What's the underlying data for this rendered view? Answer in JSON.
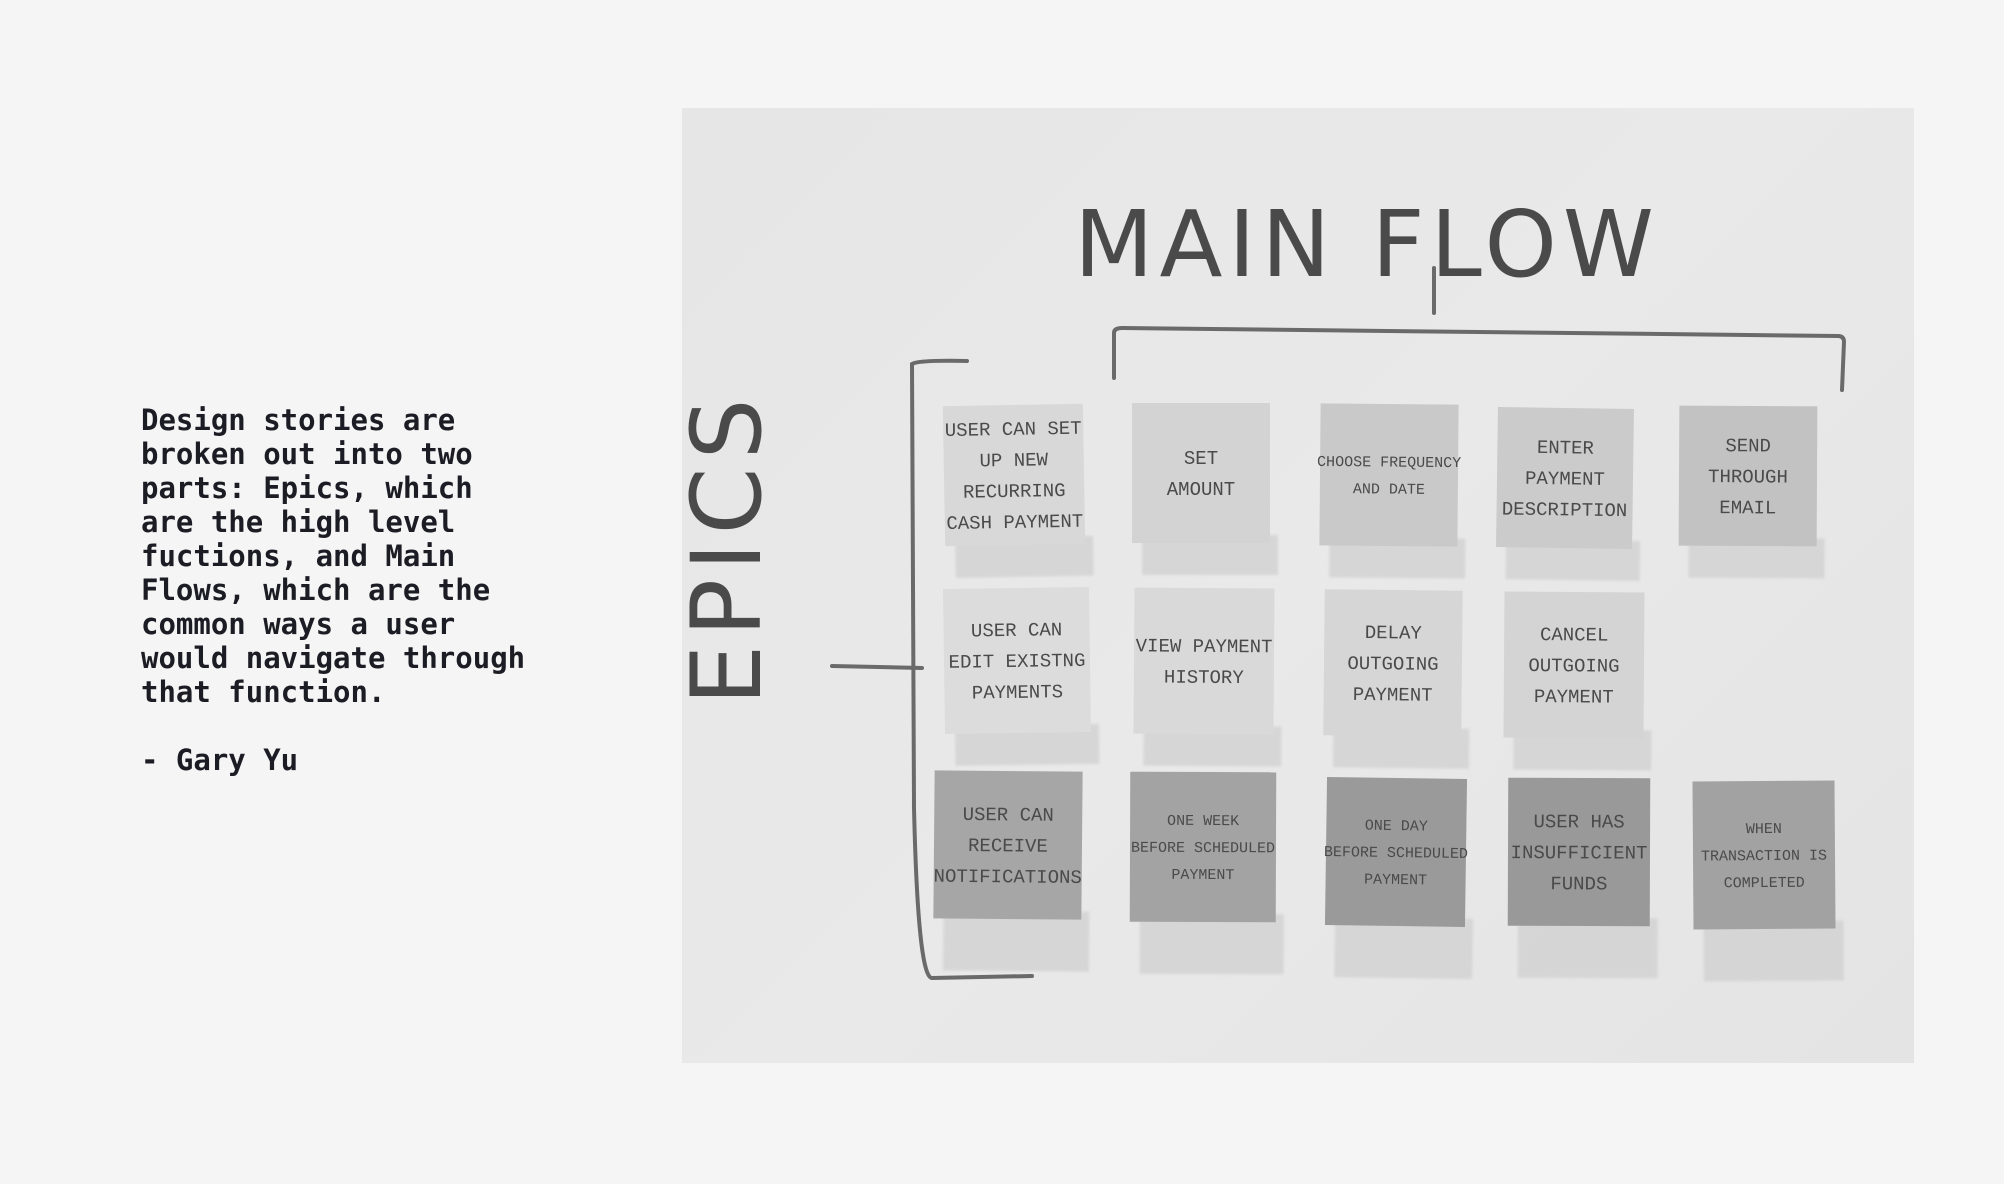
{
  "quote": {
    "lines": [
      "Design stories are",
      "broken out into two",
      "parts: Epics, which",
      "are the high level",
      "fuctions, and Main",
      "Flows, which are the",
      "common ways a user",
      "would navigate through",
      "that function."
    ],
    "author": "- Gary Yu"
  },
  "whiteboard": {
    "header": "MAIN FLOW",
    "side_label": "EPICS",
    "notes": [
      {
        "lines": [
          "USER CAN SET",
          "UP NEW",
          "RECURRING",
          "CASH PAYMENT"
        ],
        "shade": "#d8d8d8"
      },
      {
        "lines": [
          "SET",
          "AMOUNT"
        ],
        "shade": "#d3d3d3"
      },
      {
        "lines": [
          "CHOOSE FREQUENCY",
          "AND DATE"
        ],
        "shade": "#c9c9c9"
      },
      {
        "lines": [
          "ENTER",
          "PAYMENT",
          "DESCRIPTION"
        ],
        "shade": "#cbcbcb"
      },
      {
        "lines": [
          "SEND",
          "THROUGH",
          "EMAIL"
        ],
        "shade": "#c2c2c2"
      },
      {
        "lines": [
          "USER CAN",
          "EDIT EXISTNG",
          "PAYMENTS"
        ],
        "shade": "#dcdcdc"
      },
      {
        "lines": [
          "VIEW PAYMENT",
          "HISTORY"
        ],
        "shade": "#d9d9d9"
      },
      {
        "lines": [
          "DELAY",
          "OUTGOING",
          "PAYMENT"
        ],
        "shade": "#d6d6d6"
      },
      {
        "lines": [
          "CANCEL",
          "OUTGOING",
          "PAYMENT"
        ],
        "shade": "#d4d4d4"
      },
      {
        "lines": [
          "USER CAN",
          "RECEIVE",
          "NOTIFICATIONS"
        ],
        "shade": "#a6a6a6"
      },
      {
        "lines": [
          "ONE WEEK",
          "BEFORE SCHEDULED",
          "PAYMENT"
        ],
        "shade": "#a3a3a3"
      },
      {
        "lines": [
          "ONE DAY",
          "BEFORE SCHEDULED",
          "PAYMENT"
        ],
        "shade": "#9a9a9a"
      },
      {
        "lines": [
          "USER HAS",
          "INSUFFICIENT",
          "FUNDS"
        ],
        "shade": "#999999"
      },
      {
        "lines": [
          "WHEN",
          "TRANSACTION IS",
          "COMPLETED"
        ],
        "shade": "#a2a2a2"
      }
    ]
  }
}
